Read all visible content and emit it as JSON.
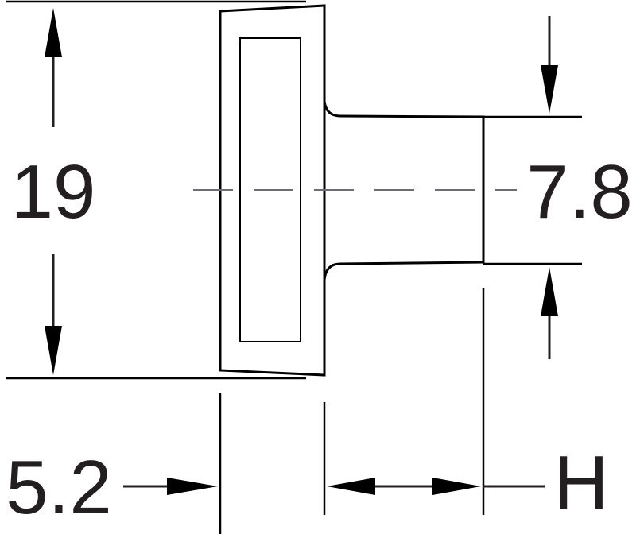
{
  "dimensions": {
    "height": "19",
    "shaft_diameter": "7.8",
    "head_thickness": "5.2",
    "shaft_length": "H"
  }
}
